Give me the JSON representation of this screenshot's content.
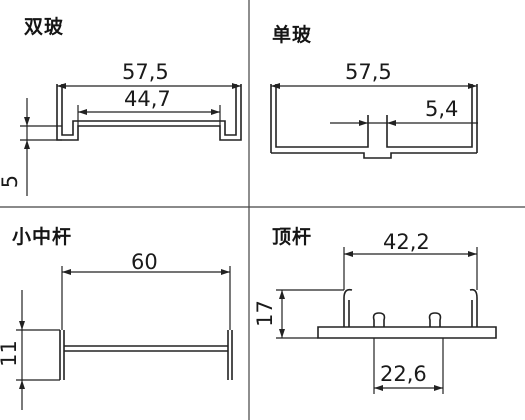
{
  "panels": {
    "double_glass": {
      "title": "双玻",
      "overall_width": "57,5",
      "inner_width": "44,7",
      "height": "5"
    },
    "single_glass": {
      "title": "单玻",
      "overall_width": "57,5",
      "slot_width": "5,4"
    },
    "small_middle_bar": {
      "title": "小中杆",
      "width": "60",
      "height": "11"
    },
    "top_bar": {
      "title": "顶杆",
      "top_width": "42,2",
      "bottom_width": "22,6",
      "height": "17"
    }
  }
}
